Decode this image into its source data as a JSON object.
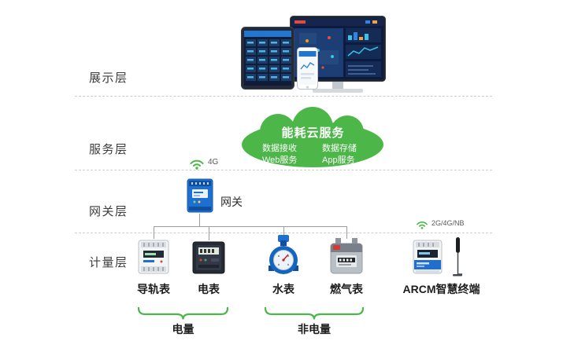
{
  "layers": {
    "display": "展示层",
    "service": "服务层",
    "gateway": "网关层",
    "metering": "计量层"
  },
  "cloud": {
    "title": "能耗云服务",
    "features": {
      "data_receive": "数据接收",
      "data_store": "数据存储",
      "web_service": "Web服务",
      "app_service": "App服务"
    }
  },
  "gateway": {
    "label": "网关",
    "network": "4G"
  },
  "devices": {
    "rail_meter": "导轨表",
    "electric_meter": "电表",
    "water_meter": "水表",
    "gas_meter": "燃气表",
    "arcm_terminal": "ARCM智慧终端",
    "arcm_network": "2G/4G/NB"
  },
  "groups": {
    "electric": "电量",
    "non_electric": "非电量"
  },
  "colors": {
    "accent_green": "#4cb648",
    "device_blue": "#1e6fd0",
    "water_blue": "#1565c0",
    "connector_gray": "#9b9b9b"
  }
}
